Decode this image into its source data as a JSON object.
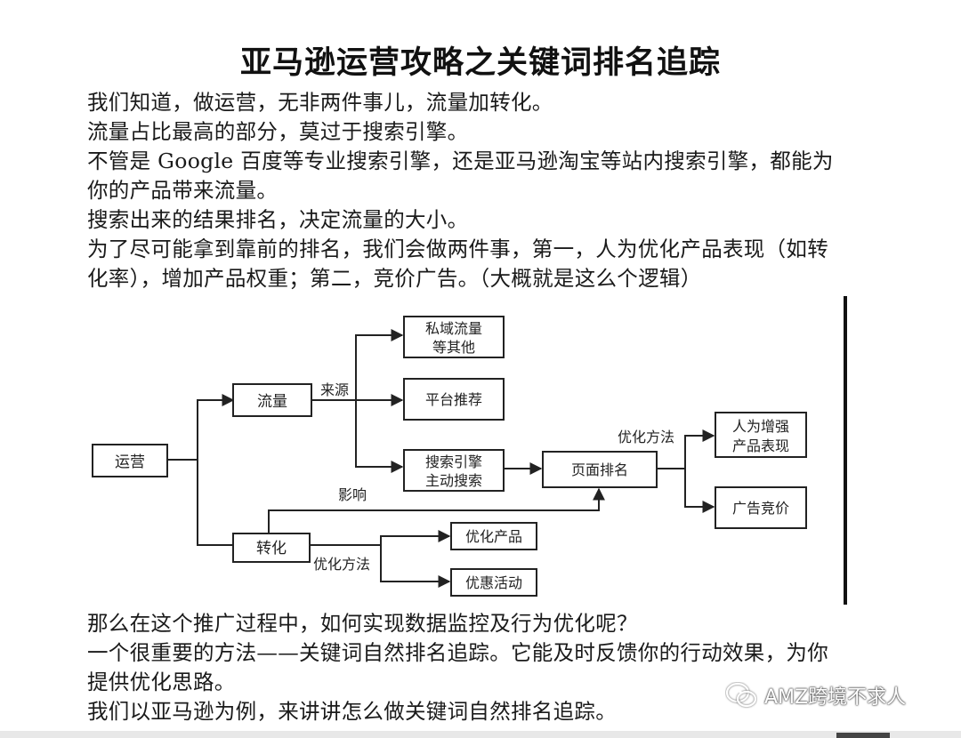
{
  "title": "亚马逊运营攻略之关键词排名追踪",
  "intro": [
    "我们知道，做运营，无非两件事儿，流量加转化。",
    "流量占比最高的部分，莫过于搜索引擎。",
    "不管是 Google 百度等专业搜索引擎，还是亚马逊淘宝等站内搜索引擎，都能为",
    "你的产品带来流量。",
    "搜索出来的结果排名，决定流量的大小。",
    "为了尽可能拿到靠前的排名，我们会做两件事，第一，人为优化产品表现（如转",
    "化率），增加产品权重；第二，竞价广告。（大概就是这么个逻辑）"
  ],
  "diagram": {
    "nodes": {
      "yunying": "运营",
      "liuliang": "流量",
      "zhuanhua": "转化",
      "siyu_line1": "私域流量",
      "siyu_line2": "等其他",
      "pingtai": "平台推荐",
      "sousuo_line1": "搜索引擎",
      "sousuo_line2": "主动搜索",
      "yemian": "页面排名",
      "renwei_line1": "人为增强",
      "renwei_line2": "产品表现",
      "guanggao": "广告竞价",
      "youhua_chanpin": "优化产品",
      "youhui": "优惠活动"
    },
    "edge_labels": {
      "laiyuan": "来源",
      "youhua_fangfa_top": "优化方法",
      "yingxiang": "影响",
      "youhua_fangfa_bottom": "优化方法"
    }
  },
  "outro": [
    "那么在这个推广过程中，如何实现数据监控及行为优化呢？",
    "一个很重要的方法——关键词自然排名追踪。它能及时反馈你的行动效果，为你",
    "提供优化思路。",
    "我们以亚马逊为例，来讲讲怎么做关键词自然排名追踪。"
  ],
  "watermark": {
    "text": "AMZ跨境不求人",
    "icon": "wechat-icon"
  }
}
